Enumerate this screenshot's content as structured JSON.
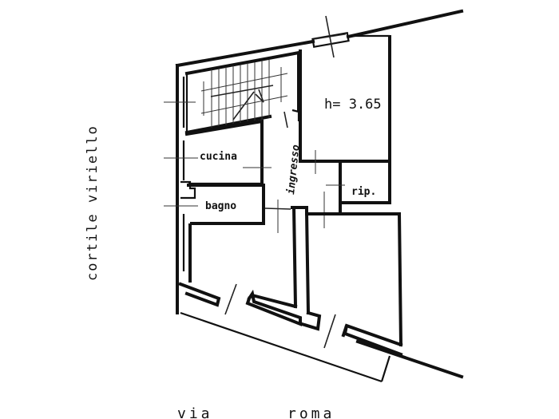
{
  "plan": {
    "rooms": {
      "kitchen": "cucina",
      "bathroom": "bagno",
      "entrance": "ingresso",
      "storage": "rip.",
      "height_note": "h= 3.65"
    },
    "streets": {
      "left_courtyard": "cortile viriello",
      "bottom_street_word1": "via",
      "bottom_street_word2": "roma"
    },
    "colors": {
      "ink": "#111111",
      "paper": "#ffffff"
    }
  }
}
